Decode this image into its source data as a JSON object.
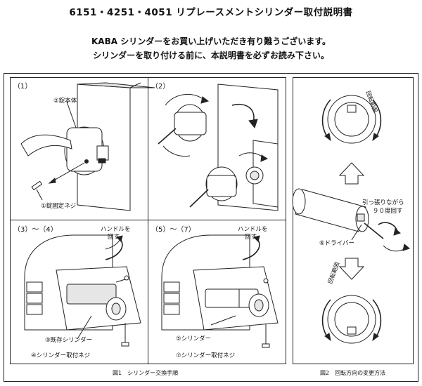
{
  "header": {
    "title": "6151・4251・4051 リプレースメントシリンダー取付説明書",
    "intro_line1": "KABA シリンダーをお買い上げいただき有り難うございます。",
    "intro_line2": "シリンダーを取り付ける前に、本説明書を必ずお読み下さい。"
  },
  "figure1": {
    "caption": "図1　シリンダー交換手順",
    "panels": [
      {
        "step": "（1）",
        "callouts": [
          "②錠本体",
          "①錠固定ネジ"
        ]
      },
      {
        "step": "（2）",
        "callouts": []
      },
      {
        "step": "（3）～（4）",
        "callouts": [
          "ハンドルを",
          "回す",
          "③既存シリンダー",
          "④シリンダー取付ネジ"
        ]
      },
      {
        "step": "（5）～（7）",
        "callouts": [
          "ハンドルを",
          "回す",
          "⑤シリンダー",
          "⑦シリンダー取付ネジ"
        ]
      }
    ]
  },
  "figure2": {
    "caption": "図2　回転方向の変更方法",
    "callouts": [
      "回転範囲",
      "引っ張りながら",
      "９０度回す",
      "⑥ドライバー",
      "回転範囲"
    ]
  }
}
